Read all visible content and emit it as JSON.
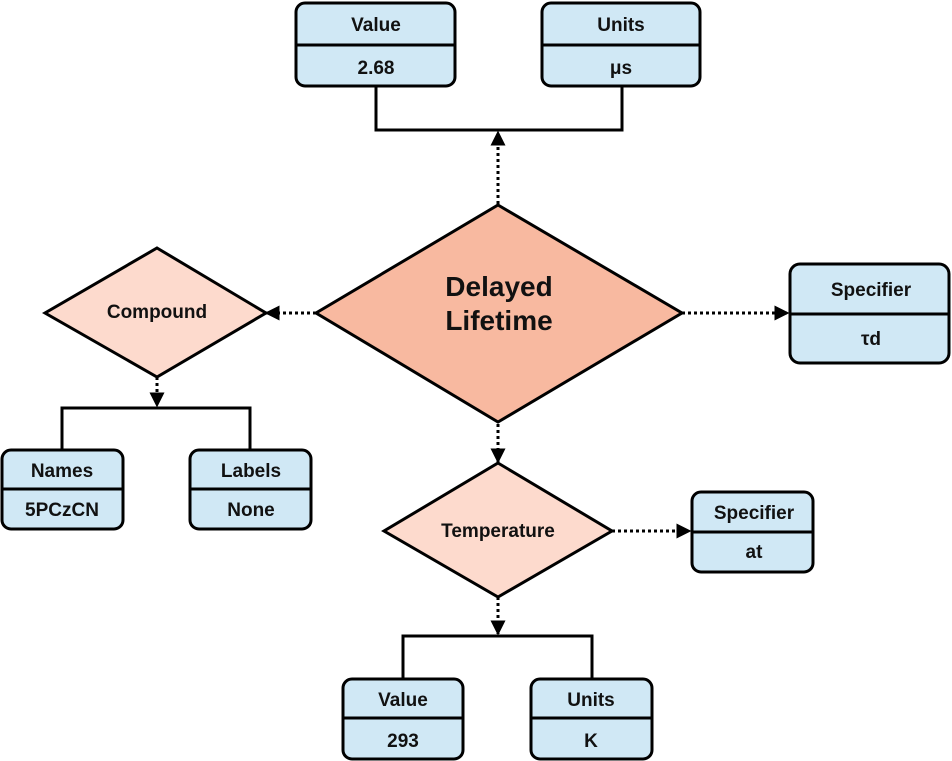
{
  "colors": {
    "main_fill": "#f8b9a0",
    "secondary_fill": "#fddacd",
    "box_fill": "#d0e8f5",
    "stroke": "#000000"
  },
  "main": {
    "line1": "Delayed",
    "line2": "Lifetime"
  },
  "compound": {
    "label": "Compound"
  },
  "temperature": {
    "label": "Temperature"
  },
  "lifetime_value": {
    "header": "Value",
    "value": "2.68"
  },
  "lifetime_units": {
    "header": "Units",
    "value": "μs"
  },
  "lifetime_specifier": {
    "header": "Specifier",
    "value": "τd"
  },
  "compound_names": {
    "header": "Names",
    "value": "5PCzCN"
  },
  "compound_labels": {
    "header": "Labels",
    "value": "None"
  },
  "temperature_specifier": {
    "header": "Specifier",
    "value": "at"
  },
  "temperature_value": {
    "header": "Value",
    "value": "293"
  },
  "temperature_units": {
    "header": "Units",
    "value": "K"
  }
}
